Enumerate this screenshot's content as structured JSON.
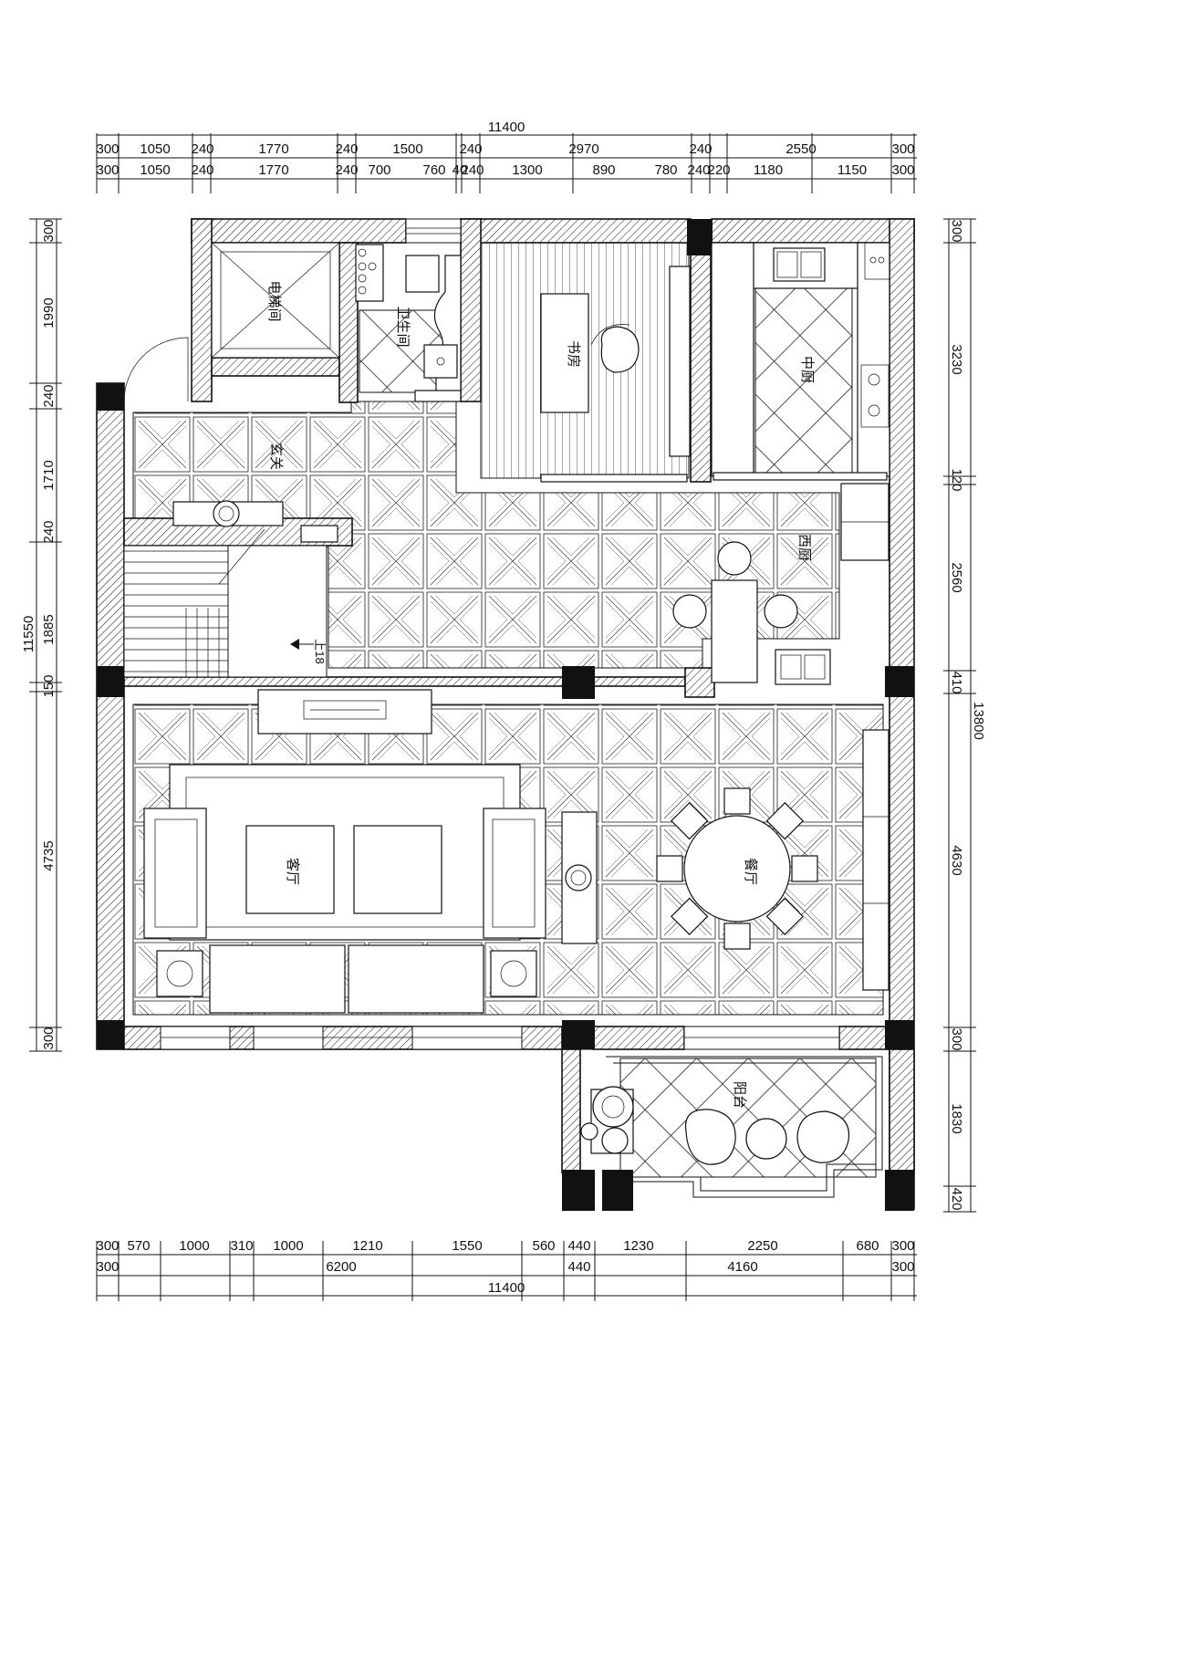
{
  "dimensions": {
    "top_total": "11400",
    "top_row1": [
      "300",
      "1050",
      "240",
      "1770",
      "240",
      "1500",
      "240",
      "2970",
      "240",
      "2550",
      "300"
    ],
    "top_row2": [
      "300",
      "1050",
      "240",
      "1770",
      "240",
      "700",
      "760",
      "40",
      "240",
      "1300",
      "890",
      "780",
      "240",
      "220",
      "1180",
      "1150",
      "300"
    ],
    "bottom_row1": [
      "300",
      "570",
      "1000",
      "310",
      "1000",
      "1210",
      "1550",
      "560",
      "440",
      "1230",
      "2250",
      "680",
      "300"
    ],
    "bottom_row2": [
      "300",
      "6200",
      "440",
      "4160",
      "300"
    ],
    "bottom_total": "11400",
    "left_row1": [
      "300",
      "1990",
      "240",
      "1710",
      "240",
      "1885",
      "150",
      "4735",
      "300"
    ],
    "left_total": "11550",
    "right_row1": [
      "300",
      "3230",
      "120",
      "2560",
      "410",
      "4630",
      "300",
      "1830",
      "420"
    ],
    "right_total": "13800"
  },
  "rooms": {
    "elevator": "电梯间",
    "bathroom": "卫生间",
    "study": "书房",
    "chinese_kitchen": "中厨",
    "entrance": "玄关",
    "western_kitchen": "西厨",
    "living_room": "客厅",
    "dining_room": "餐厅",
    "balcony": "阳台"
  },
  "stair_label": "上18"
}
